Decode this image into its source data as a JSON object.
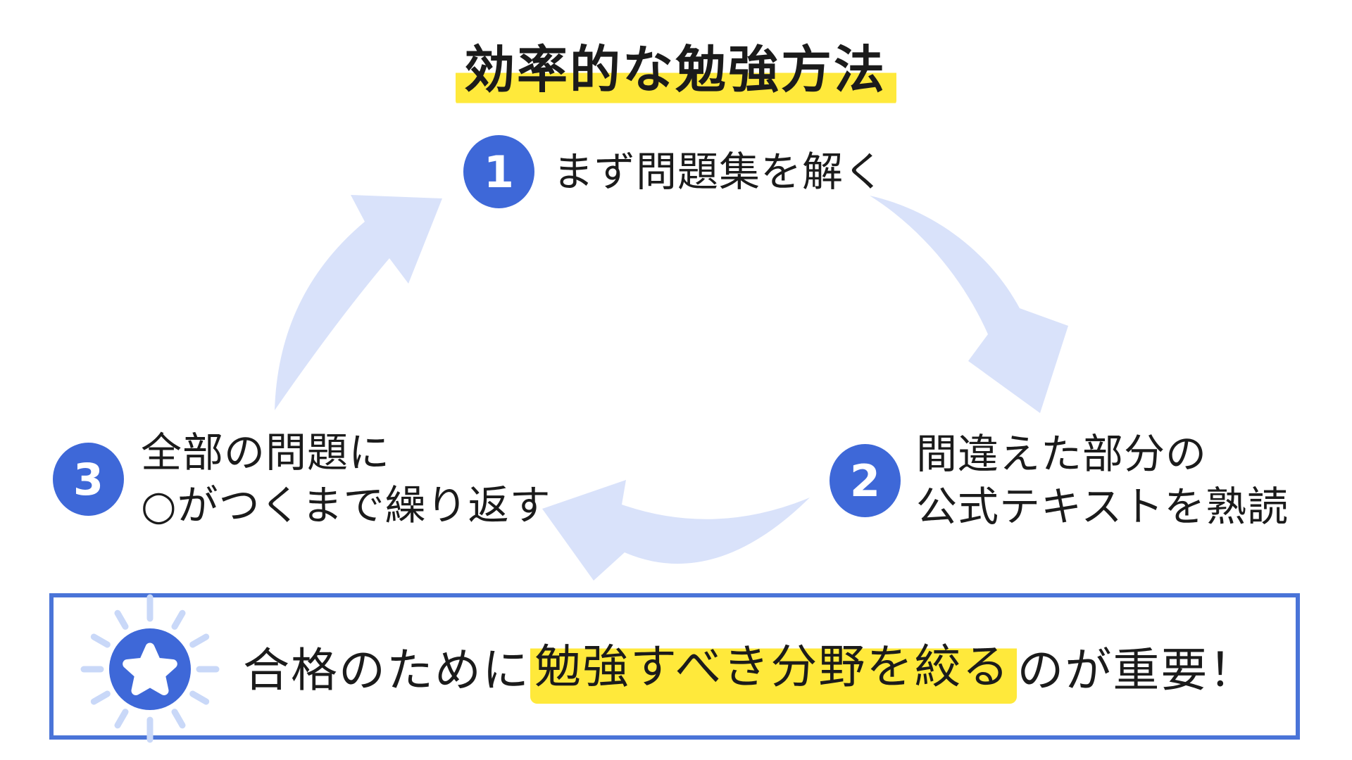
{
  "title": {
    "text": "効率的な勉強方法"
  },
  "steps": [
    {
      "number": "1",
      "lines": [
        "まず問題集を解く"
      ]
    },
    {
      "number": "2",
      "lines": [
        "間違えた部分の",
        "公式テキストを熟読"
      ]
    },
    {
      "number": "3",
      "lines": [
        "全部の問題に",
        "○がつくまで繰り返す"
      ]
    }
  ],
  "callout": {
    "icon": "star-burst-icon",
    "text_before": "合格のために",
    "highlighted_text": "勉強すべき分野を絞る",
    "text_after": "のが重要！"
  },
  "colors": {
    "accent-blue": "#3E68D8",
    "arrow-blue": "#D9E2FA",
    "ray-blue": "#C9D8F8",
    "border-blue": "#4A74D8",
    "highlight-yellow": "#FFE93B",
    "text-black": "#1B1B1B",
    "background": "#FFFFFF"
  }
}
